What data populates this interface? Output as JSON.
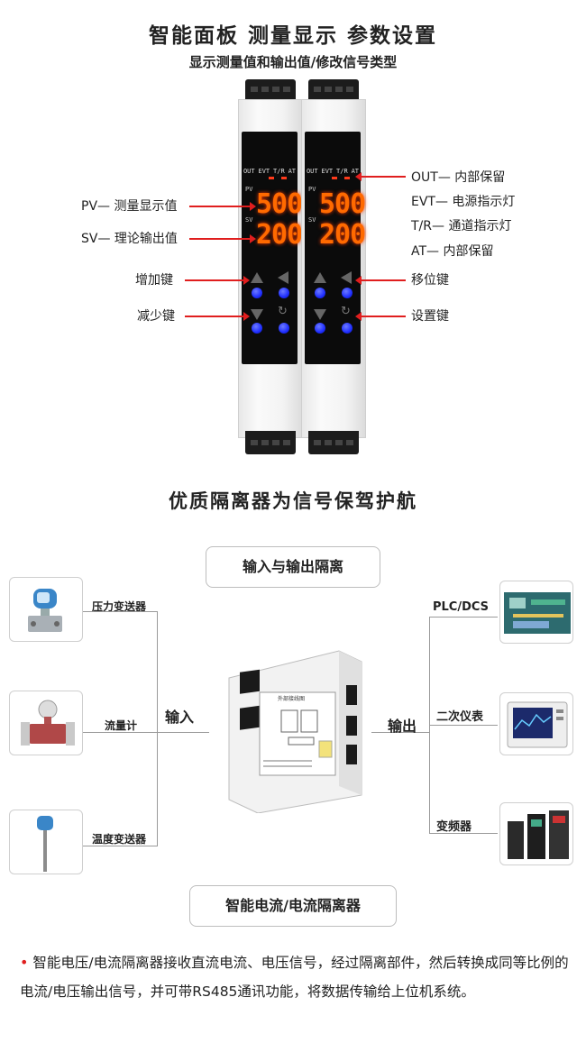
{
  "header": {
    "title": "智能面板  测量显示  参数设置",
    "subtitle": "显示测量值和输出值/修改信号类型"
  },
  "device": {
    "indicators": [
      "OUT",
      "EVT",
      "T/R",
      "AT"
    ],
    "pv_label": "PV",
    "sv_label": "SV",
    "pv_value": "500",
    "sv_value": "200",
    "segment_color": "#ff6a00",
    "button_color": "#1e2dff"
  },
  "callouts_left": {
    "pv": "PV— 测量显示值",
    "sv": "SV— 理论输出值",
    "up_key": "增加键",
    "down_key": "减少键"
  },
  "callouts_right": {
    "out": "OUT— 内部保留",
    "evt": "EVT— 电源指示灯",
    "tr": "T/R— 通道指示灯",
    "at": "AT— 内部保留",
    "shift_key": "移位键",
    "set_key": "设置键"
  },
  "section2": {
    "title": "优质隔离器为信号保驾护航",
    "top_pill": "输入与输出隔离",
    "bottom_pill": "智能电流/电流隔离器",
    "input_label": "输入",
    "output_label": "输出",
    "inputs": [
      "压力变送器",
      "流量计",
      "温度变送器"
    ],
    "outputs": [
      "PLC/DCS",
      "二次仪表",
      "变频器"
    ],
    "device_label_title": "外部接线图",
    "accent_color": "#e01e1e"
  },
  "description": "智能电压/电流隔离器接收直流电流、电压信号，经过隔离部件，然后转换成同等比例的电流/电压输出信号，并可带RS485通讯功能，将数据传输给上位机系统。"
}
